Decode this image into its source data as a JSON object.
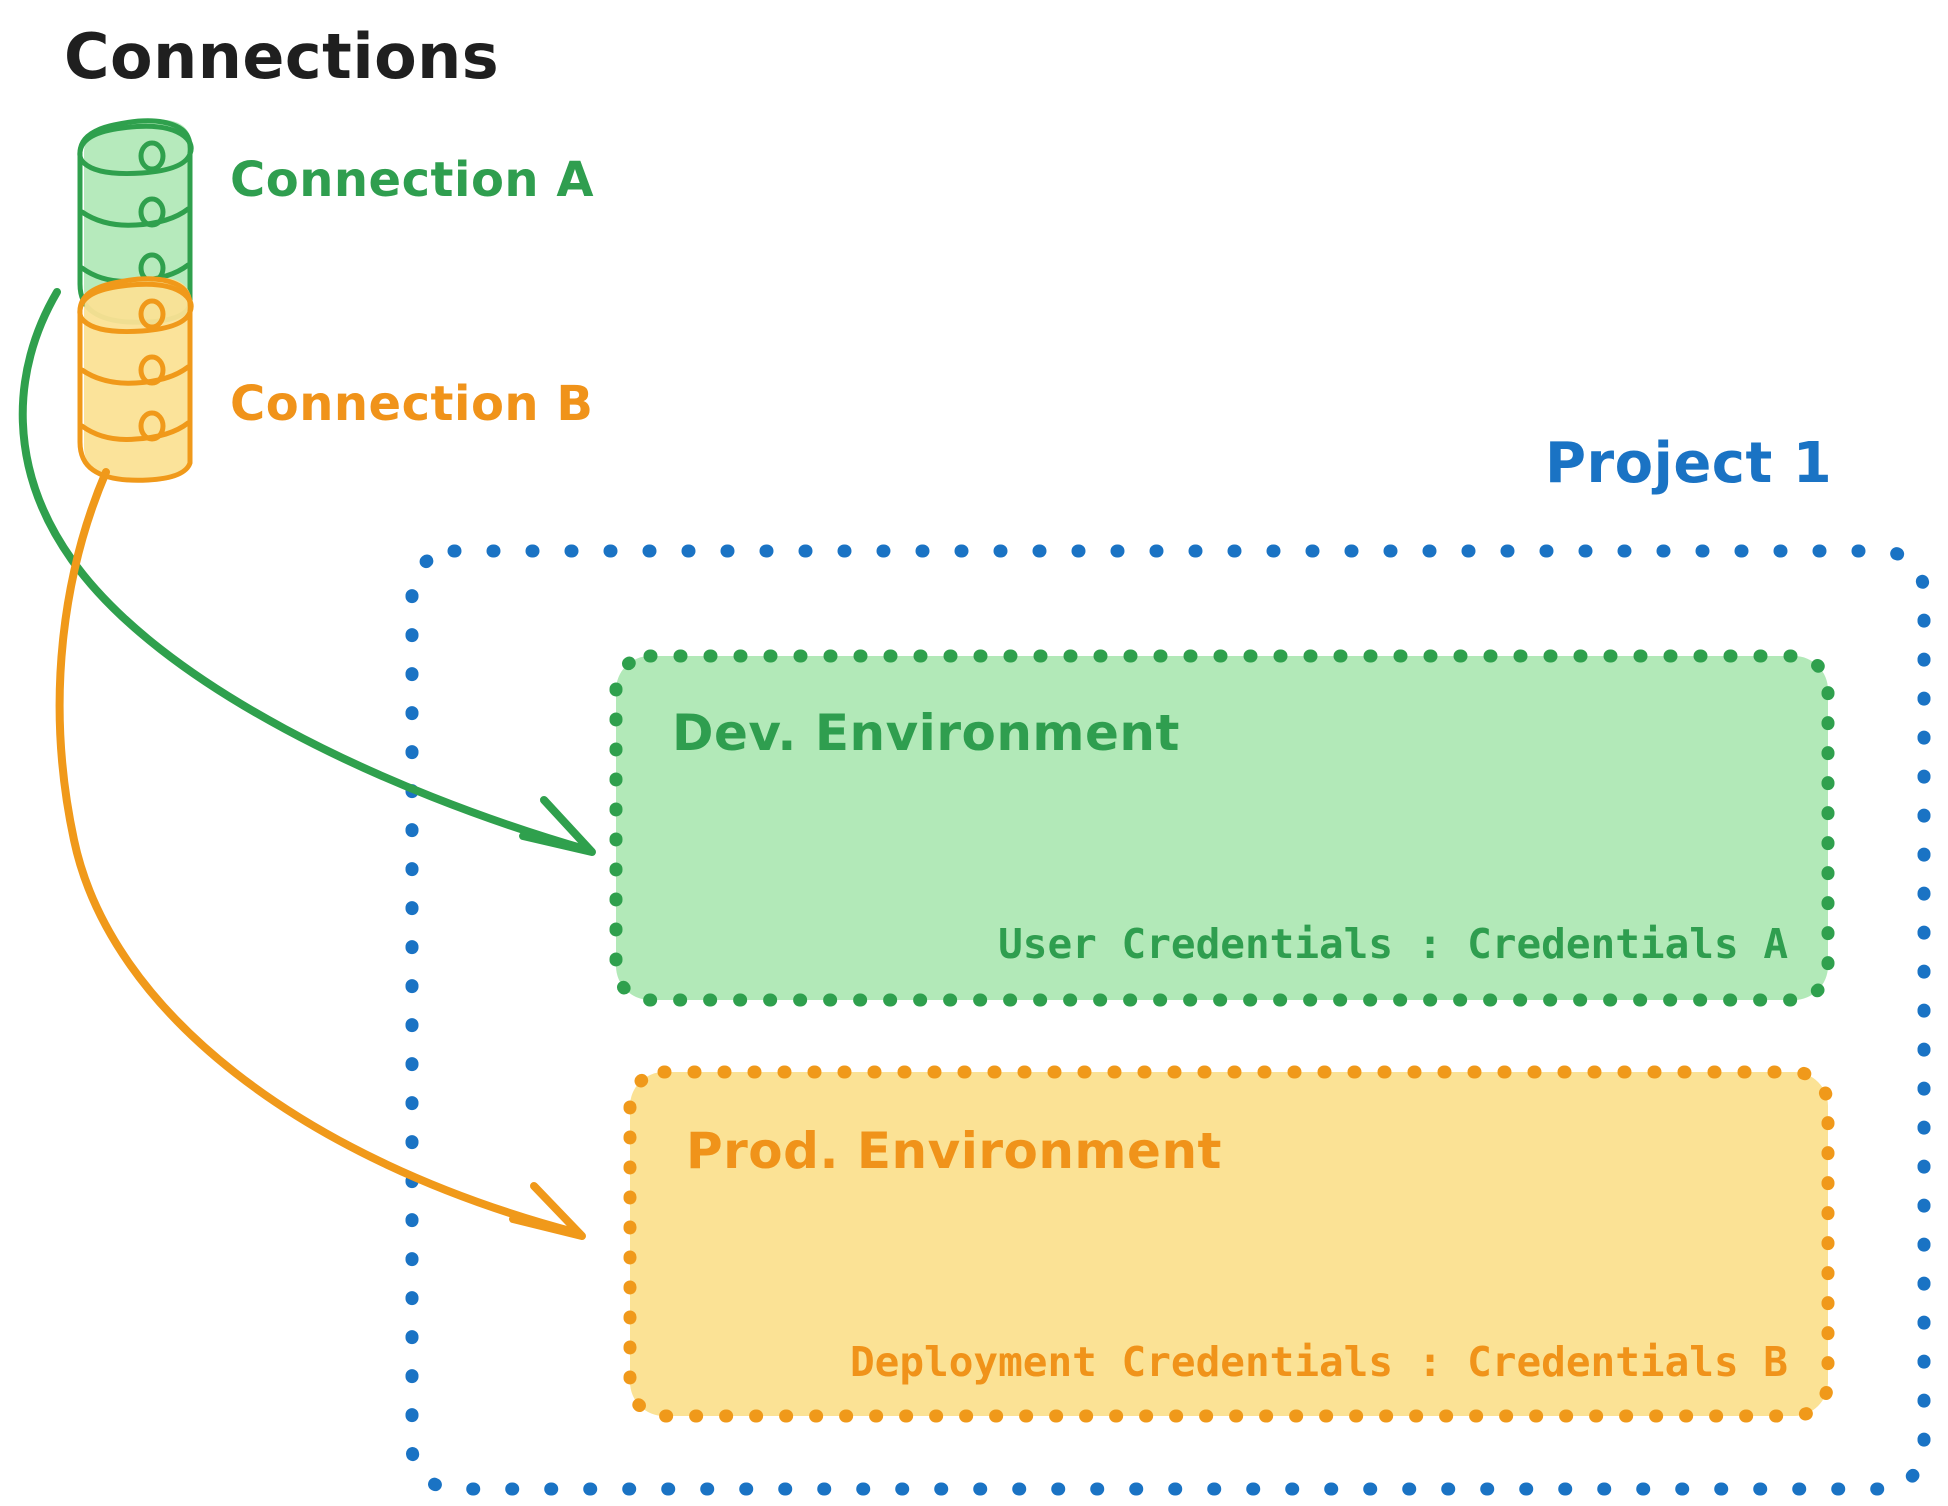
{
  "title": "Connections",
  "colors": {
    "title_text": "#1f1f1f",
    "green_stroke": "#2fa04d",
    "green_fill": "#b2e9b8",
    "green_text": "#2f9e4f",
    "orange_stroke": "#f0991a",
    "orange_fill": "#fbe295",
    "orange_text": "#f0931a",
    "blue_dots": "#1a73c4",
    "background": "#ffffff"
  },
  "connections": [
    {
      "id": "connection-a",
      "label": "Connection A",
      "color": "#2f9e4f",
      "icon": "database-cylinder-icon"
    },
    {
      "id": "connection-b",
      "label": "Connection B",
      "color": "#f0931a",
      "icon": "database-cylinder-icon"
    }
  ],
  "project": {
    "label": "Project 1",
    "color": "#1a73c4",
    "border_style": "dotted"
  },
  "environments": [
    {
      "id": "dev-environment",
      "title": "Dev. Environment",
      "credential_label": "User Credentials",
      "credential_separator": ":",
      "credential_value": "Credentials A",
      "credential_line": "User Credentials : Credentials A",
      "color": "#2f9e4f",
      "fill": "#b2e9b8",
      "source": "Connection A"
    },
    {
      "id": "prod-environment",
      "title": "Prod. Environment",
      "credential_label": "Deployment Credentials",
      "credential_separator": ":",
      "credential_value": "Credentials B",
      "credential_line": "Deployment Credentials : Credentials B",
      "color": "#f0931a",
      "fill": "#fbe295",
      "source": "Connection B"
    }
  ],
  "arrows": [
    {
      "id": "arrow-connection-a-to-dev",
      "color": "#2fa04d",
      "from": "Connection A",
      "to": "Dev. Environment"
    },
    {
      "id": "arrow-connection-b-to-prod",
      "color": "#f0991a",
      "from": "Connection B",
      "to": "Prod. Environment"
    }
  ]
}
